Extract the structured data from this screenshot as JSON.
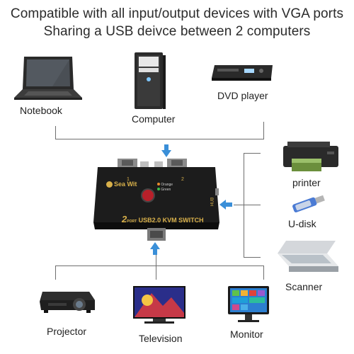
{
  "headline": {
    "line1": "Compatible with all input/output devices with VGA ports",
    "line2": "Sharing a USB deivce between 2 computers"
  },
  "inputs": {
    "notebook": "Notebook",
    "computer": "Computer",
    "dvd": "DVD player"
  },
  "usb_devices": {
    "printer": "printer",
    "udisk": "U-disk",
    "scanner": "Scanner"
  },
  "outputs": {
    "projector": "Projector",
    "television": "Television",
    "monitor": "Monitor"
  },
  "switch": {
    "brand": "Sea Wit",
    "port_count": "2",
    "port_word": "PORT",
    "model": "USB2.0 KVM SWITCH",
    "led_orange": "Orange",
    "led_green": "Green",
    "hub_label": "HUB",
    "port1": "1",
    "port2": "2"
  },
  "colors": {
    "arrow": "#3a8fd8",
    "line": "#6e6e6e",
    "switch_body": "#1c1c1c",
    "switch_text": "#d8b04a"
  }
}
